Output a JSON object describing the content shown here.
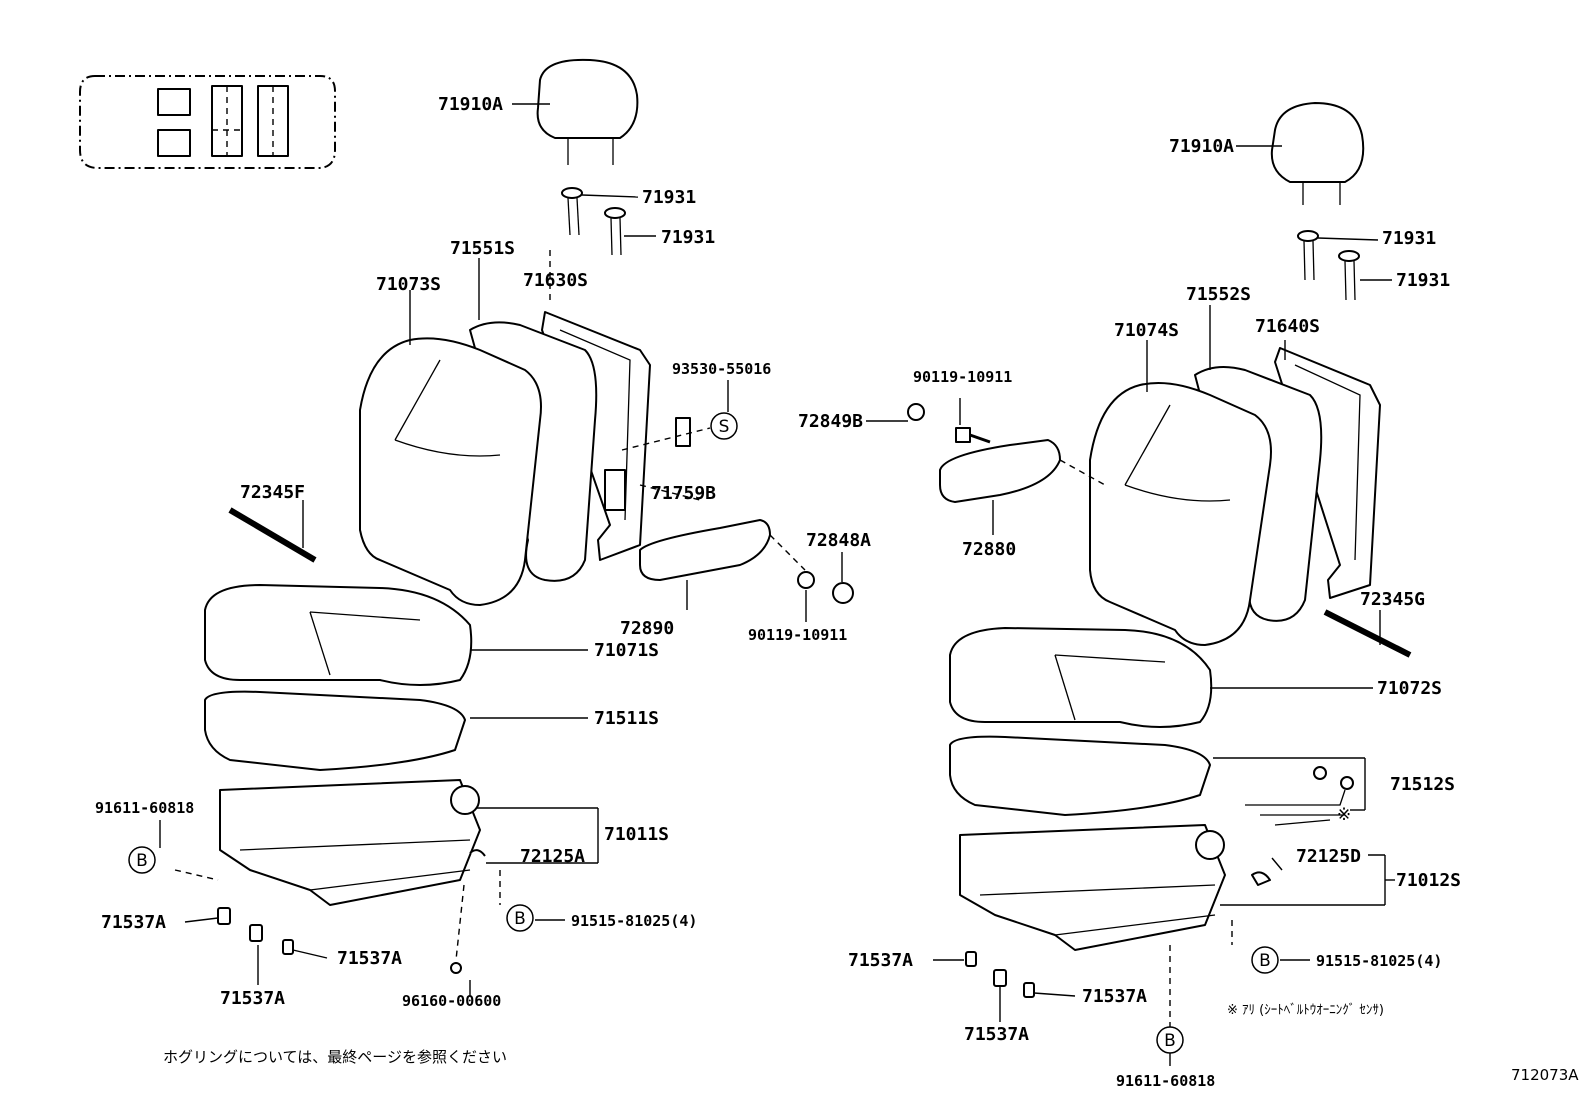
{
  "labels": {
    "l_71910A_left": "71910A",
    "l_71931_l1": "71931",
    "l_71931_l2": "71931",
    "l_71551S": "71551S",
    "l_71630S": "71630S",
    "l_71073S": "71073S",
    "l_93530_55016": "93530-55016",
    "l_71759B": "71759B",
    "l_72345F": "72345F",
    "l_72848A": "72848A",
    "l_72890": "72890",
    "l_90119_10911_left": "90119-10911",
    "l_71071S": "71071S",
    "l_71511S": "71511S",
    "l_91611_60818_left": "91611-60818",
    "l_71011S": "71011S",
    "l_72125A": "72125A",
    "l_71537A_1": "71537A",
    "l_71537A_2": "71537A",
    "l_71537A_3": "71537A",
    "l_91515_81025_left": "91515-81025(4)",
    "l_96160_00600": "96160-00600",
    "l_90119_10911_mid": "90119-10911",
    "l_72849B": "72849B",
    "l_72880": "72880",
    "l_71910A_right": "71910A",
    "l_71931_r1": "71931",
    "l_71931_r2": "71931",
    "l_71552S": "71552S",
    "l_71640S": "71640S",
    "l_71074S": "71074S",
    "l_72345G": "72345G",
    "l_71072S": "71072S",
    "l_71512S": "71512S",
    "l_72125D": "72125D",
    "l_71012S": "71012S",
    "l_71537A_4": "71537A",
    "l_71537A_5": "71537A",
    "l_71537A_6": "71537A",
    "l_91515_81025_right": "91515-81025(4)",
    "l_91611_60818_right": "91611-60818"
  },
  "markers": {
    "s": "S",
    "b": "B",
    "asterisk": "※"
  },
  "notes": {
    "sensor_note": "※ ｱﾘ (ｼｰﾄﾍﾞﾙﾄｳｵｰﾆﾝｸﾞ ｾﾝｻ)",
    "bottom_note": "ホグリングについては、最終ページを参照ください",
    "figure_number": "712073A"
  }
}
